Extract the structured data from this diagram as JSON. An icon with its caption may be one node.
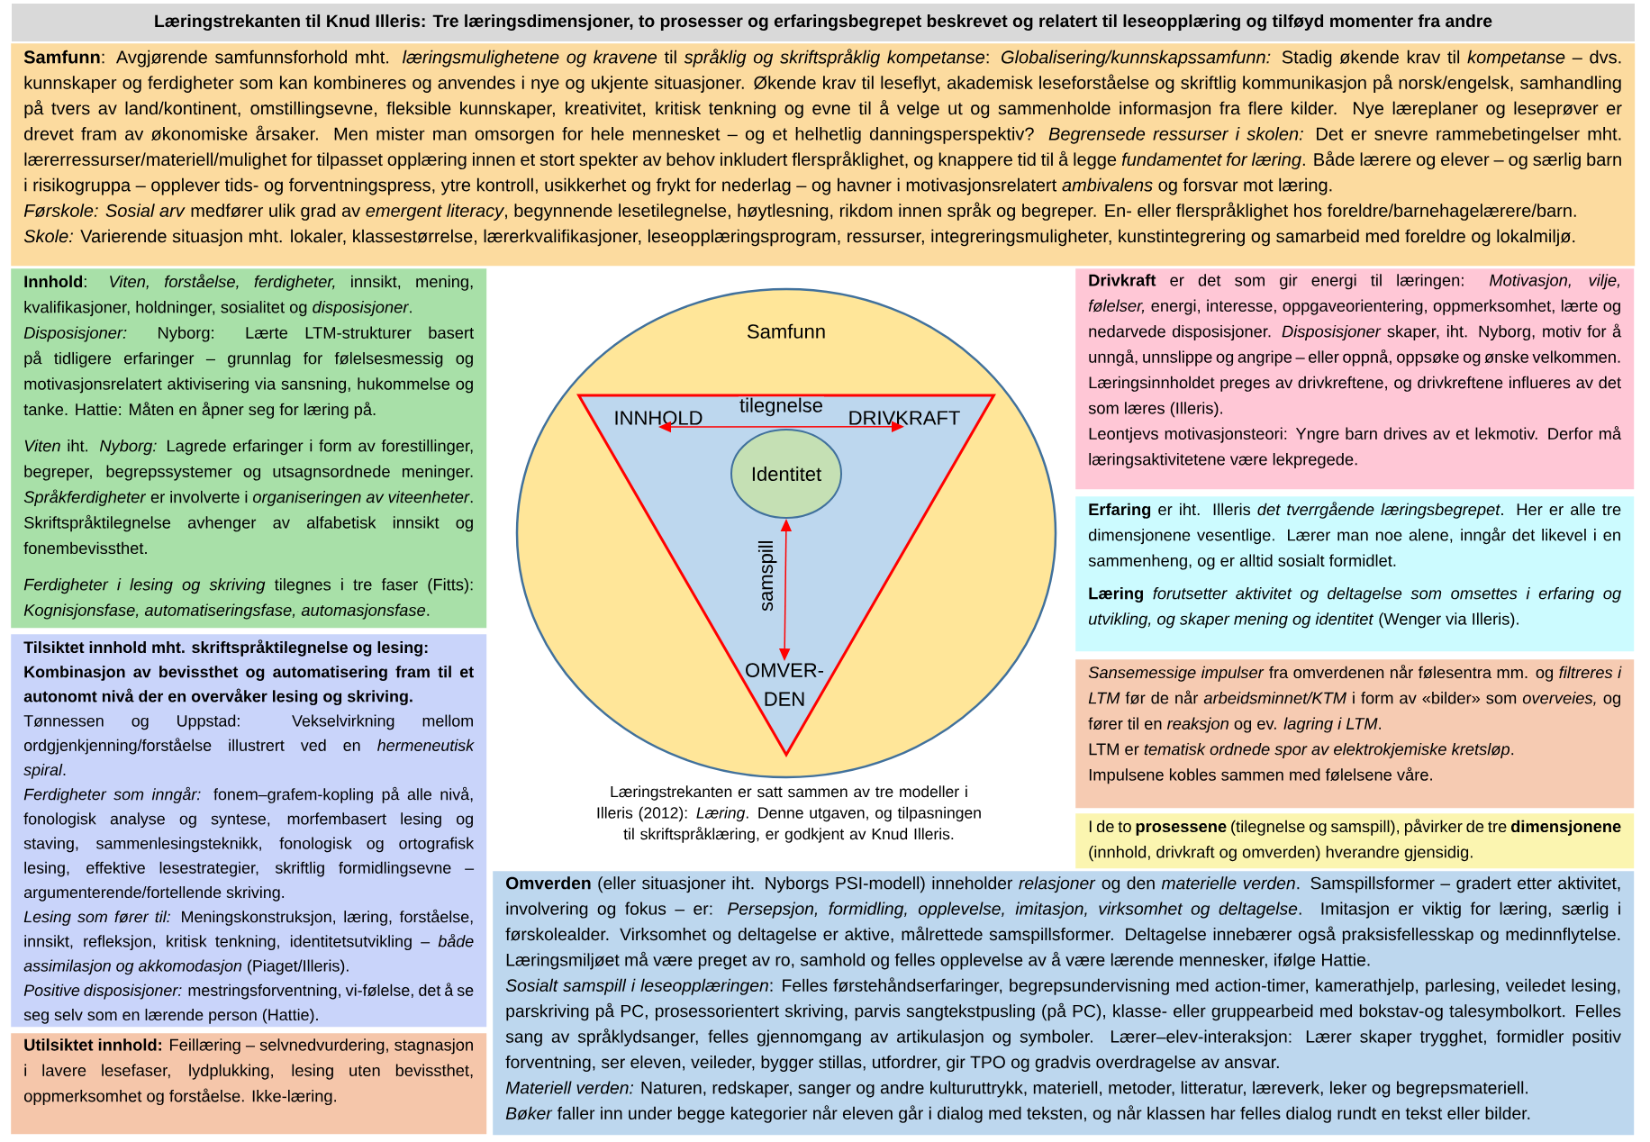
{
  "diagram": {
    "title": "Læringstrekanten til Knud Illeris: Tre læringsdimensjoner, to prosesser og erfaringsbegrepet beskrevet og relatert til leseopplæring og tilføyd momenter fra andre",
    "caption": "Læringstrekanten er satt sammen av tre modeller i Illeris (2012): *Læring*. Denne utgaven, og tilpasningen til skriftspråklæring, er godkjent av Knud Illeris.",
    "nodes": [
      {
        "text": [
          "**Samfunn**: Avgjørende samfunnsforhold mht. *læringsmulighetene og kravene* til *språklig og skriftspråklig kompetanse*: *Globalisering/kunnskapssamfunn:* Stadig økende krav til *kompetanse* – dvs. kunnskaper og ferdigheter som kan kombineres og anvendes i nye og ukjente situasjoner. Økende krav til leseflyt, akademisk leseforståelse og skriftlig kommunikasjon på norsk/engelsk, samhandling på tvers av land/kontinent, omstillingsevne, fleksible kunnskaper, kreativitet, kritisk tenkning og evne til å velge ut og sammenholde informasjon fra flere kilder. Nye læreplaner og leseprøver er drevet fram av økonomiske årsaker. Men mister man omsorgen for hele mennesket – og et helhetlig danningsperspektiv? *Begrensede ressurser i skolen:* Det er snevre rammebetingelser mht. lærerressurser/materiell/mulighet for tilpasset opplæring innen et stort spekter av behov inkludert flerspråklighet, og knappere tid til å legge *fundamentet for læring*. Både lærere og elever – og særlig barn i risikogruppa – opplever tids- og forventningspress, ytre kontroll, usikkerhet og frykt for nederlag – og havner i motivasjonsrelatert *ambivalens* og forsvar mot læring.",
          "*Førskole: Sosial arv* medfører ulik grad av *emergent literacy*, begynnende lesetilegnelse, høytlesning, rikdom innen språk og begreper. En- eller flerspråklighet hos foreldre/barnehagelærere/barn.",
          "*Skole:* Varierende situasjon mht. lokaler, klassestørrelse, lærerkvalifikasjoner, leseopplæringsprogram, ressurser, integreringsmuligheter, kunstintegrering og samarbeid med foreldre og lokalmiljø."
        ]
      },
      {
        "text": [
          "**Innhold**: *Viten, forståelse, ferdigheter,* innsikt, mening, kvalifikasjoner, holdninger, sosialitet og *disposisjoner*.",
          "*Disposisjoner:* Nyborg: Lærte LTM-strukturer basert på tidligere erfaringer – grunnlag for følelsesmessig og motivasjonsrelatert aktivisering via sansning, hukommelse og tanke. Hattie: Måten en åpner seg for læring på.",
          "*Viten* iht. *Nyborg:* Lagrede erfaringer i form av forestillinger, begreper, begrepssystemer og utsagnsordnede meninger. *Språkferdigheter* er involverte i *organiseringen av viteenheter*. Skriftspråktilegnelse avhenger av alfabetisk innsikt og fonembevissthet.",
          "*Ferdigheter i lesing og skriving* tilegnes i tre faser (Fitts): *Kognisjonsfase, automatiseringsfase, automasjonsfase*."
        ]
      },
      {
        "text": [
          "Tilsiktet innhold mht. skriftspråktilegnelse og lesing:",
          "Kombinasjon av bevissthet og automatisering fram til et autonomt nivå der en overvåker lesing og skriving.",
          "Tønnessen og Uppstad: Vekselvirkning mellom ordgjenkjenning/forståelse illustrert ved en *hermeneutisk spiral*.",
          "*Ferdigheter som inngår:* fonem–grafem-kopling på alle nivå, fonologisk analyse og syntese, morfembasert lesing og staving, sammenlesingsteknikk, fonologisk og ortografisk lesing, effektive lesestrategier, skriftlig formidlingsevne – argumenterende/fortellende skriving.",
          "*Lesing som fører til:* Meningskonstruksjon, læring, forståelse, innsikt, refleksjon, kritisk tenkning, identitetsutvikling – *både assimilasjon og akkomodasjon* (Piaget/Illeris).",
          "*Positive disposisjoner:* mestringsforventning, vi-følelse, det å se seg selv som en lærende person (Hattie)."
        ]
      },
      {
        "text": [
          "**Utilsiktet innhold:** Feillæring – selvnedvurdering, stagnasjon i lavere lesefaser, lydplukking, lesing uten bevissthet, oppmerksomhet og forståelse. Ikke-læring."
        ]
      },
      {
        "text": [
          "Samfunn"
        ]
      },
      {
        "text": [],
        "shape": "triangle",
        "in": 4
      },
      {
        "text": [
          "Identitet"
        ],
        "in": 5
      },
      {
        "text": [
          "INNHOLD"
        ],
        "in": 5
      },
      {
        "text": [
          "DRIVKRAFT"
        ],
        "in": 5
      },
      {
        "text": [
          "OMVER- DEN"
        ],
        "in": 5
      },
      {
        "text": [
          "**Drivkraft** er det som gir energi til læringen: *Motivasjon, vilje, følelser,* energi, interesse, oppgaveorientering, oppmerksomhet, lærte og nedarvede disposisjoner. *Disposisjoner* skaper, iht. Nyborg, motiv for å unngå, unnslippe og angripe – eller oppnå, oppsøke og ønske velkommen. Læringsinnholdet preges av drivkreftene, og drivkreftene influeres av det som læres (Illeris).",
          "Leontjevs motivasjonsteori: Yngre barn drives av et lekmotiv. Derfor må læringsaktivitetene være lekpregede."
        ]
      },
      {
        "text": [
          "**Erfaring** er iht. Illeris *det tverrgående læringsbegrepet*. Her er alle tre dimensjonene vesentlige. Lærer man noe alene, inngår det likevel i en sammenheng, og er alltid sosialt formidlet.",
          "**Læring** *forutsetter aktivitet og deltagelse som omsettes i erfaring og utvikling, og skaper mening og identitet* (Wenger via Illeris)."
        ]
      },
      {
        "text": [
          "*Sansemessige impulser* fra omverdenen når følesentra mm. og *filtreres i LTM* før de når *arbeidsminnet/KTM* i form av «bilder» som *overveies,* og fører til en *reaksjon* og ev. *lagring i LTM*.",
          "LTM er *tematisk ordnede spor av elektrokjemiske kretsløp*.",
          "Impulsene kobles sammen med følelsene våre."
        ]
      },
      {
        "text": [
          "I de to **prosessene** (tilegnelse og samspill), påvirker de tre **dimensjonene** (innhold, drivkraft og omverden) hverandre gjensidig."
        ]
      },
      {
        "text": [
          "**Omverden** (eller situasjoner iht. Nyborgs PSI-modell) inneholder *relasjoner* og den *materielle verden*. Samspillsformer – gradert etter aktivitet, involvering og fokus – er: *Persepsjon, formidling, opplevelse, imitasjon, virksomhet og deltagelse*. Imitasjon er viktig for læring, særlig i førskolealder. Virksomhet og deltagelse er aktive, målrettede samspillsformer. Deltagelse innebærer også praksisfellesskap og medinnflytelse. Læringsmiljøet må være preget av ro, samhold og felles opplevelse av å være lærende mennesker, ifølge Hattie.",
          "*Sosialt samspill i leseopplæringen*: Felles førstehåndserfaringer, begrepsundervisning med action-timer, kamerathjelp, parlesing, veiledet lesing, parskriving på PC, prosessorientert skriving, parvis sangtekstpusling (på PC), klasse- eller gruppearbeid med bokstav-og talesymbolkort. Felles sang av språklydsanger, felles gjennomgang av artikulasjon og symboler. Lærer–elev-interaksjon: Lærer skaper trygghet, formidler positiv forventning, ser eleven, veileder, bygger stillas, utfordrer, gir TPO og gradvis overdragelse av ansvar.",
          "*Materiell verden:* Naturen, redskaper, sanger og andre kulturuttrykk, materiell, metoder, litteratur, læreverk, leker og begrepsmateriell.",
          "*Bøker* faller inn under begge kategorier når eleven går i dialog med teksten, og når klassen har felles dialog rundt en tekst eller bilder."
        ]
      }
    ],
    "edges": [
      {
        "from": 7,
        "to": 8,
        "arrow": "both",
        "label": "tilegnelse"
      },
      {
        "from": 6,
        "to": 9,
        "arrow": "both",
        "label": "samspill"
      }
    ]
  }
}
